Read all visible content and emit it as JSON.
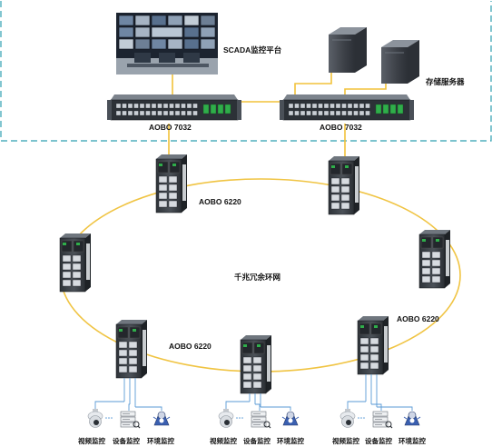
{
  "labels": {
    "scada": "SCADA监控平台",
    "storage": "存储服务器",
    "core_left": "AOBO  7032",
    "core_right": "AOBO  7032",
    "ring_top": "AOBO 6220",
    "ring_center": "千兆冗余环网",
    "ring_right": "AOBO 6220",
    "ring_bottom": "AOBO 6220"
  },
  "endpoint_groups": [
    {
      "video": "视频监控",
      "device": "设备监控",
      "env": "环境监控"
    },
    {
      "video": "视频监控",
      "device": "设备监控",
      "env": "环境监控"
    },
    {
      "video": "视频监控",
      "device": "设备监控",
      "env": "环境监控"
    }
  ],
  "colors": {
    "dashed_border": "#2f9fb0",
    "core_links": "#f2c23a",
    "ring": "#f0c443",
    "endpoint_links": "#5a9ad6",
    "switch_body": "#3a3f45",
    "port_green": "#2fae4a"
  },
  "icons": {
    "video": "dome-camera-icon",
    "device": "device-monitor-icon",
    "env": "environment-sensor-icon"
  }
}
